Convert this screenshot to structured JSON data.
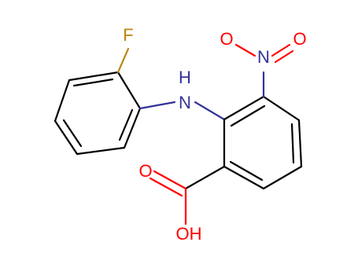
{
  "structure": {
    "atoms": {
      "fluorine": "F",
      "amine": "N",
      "amine_h": "H",
      "nitro_o_left": "O",
      "nitro_n": "N",
      "nitro_o_right": "O",
      "hydroxyl": "OH",
      "carbonyl_o": "O"
    },
    "colors": {
      "bond": "#000000",
      "nitrogen": "#333399",
      "oxygen": "#ff0000",
      "fluorine": "#b8860b"
    }
  }
}
